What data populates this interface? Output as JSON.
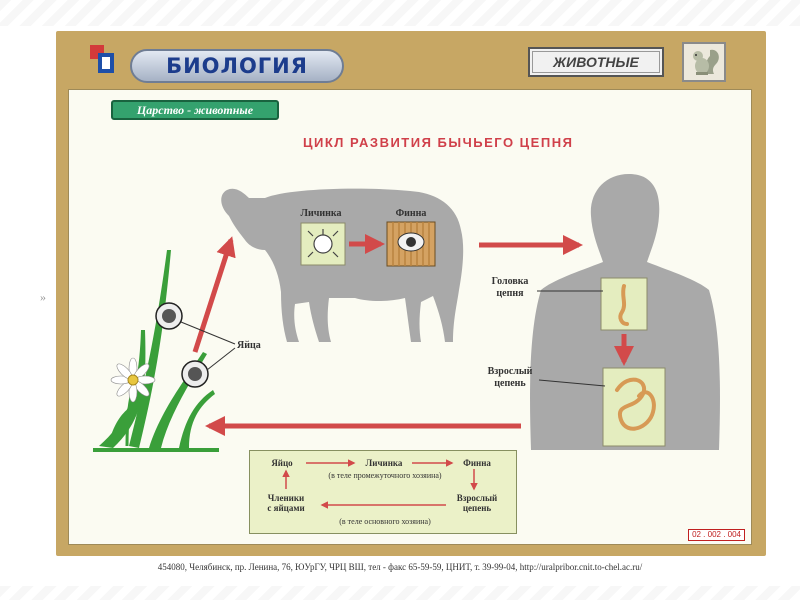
{
  "header": {
    "brand": "БИОЛОГИЯ",
    "section": "ЖИВОТНЫЕ",
    "section_icon": "squirrel-icon",
    "logo_icon": "logo-mark-icon"
  },
  "panel": {
    "kingdom_label": "Царство - животные",
    "title": "ЦИКЛ РАЗВИТИЯ БЫЧЬЕГО ЦЕПНЯ"
  },
  "diagram": {
    "larva": "Личинка",
    "finna": "Финна",
    "head_line1": "Головка",
    "head_line2": "цепня",
    "adult_line1": "Взрослый",
    "adult_line2": "цепень",
    "eggs": "Яйца"
  },
  "legend": {
    "egg": "Яйцо",
    "larva": "Личинка",
    "finna": "Финна",
    "intermediate_host": "(в теле промежуточного хозяина)",
    "segments_line1": "Членики",
    "segments_line2": "с яйцами",
    "adult_line1": "Взрослый",
    "adult_line2": "цепень",
    "main_host": "(в теле основного хозяина)"
  },
  "colors": {
    "board": "#c7a764",
    "panel": "#fbfbf2",
    "title": "#d0404a",
    "arrow": "#d24a4a",
    "silhouette": "#a9a9a9",
    "kingdom": "#34a26e",
    "legend": "#ebf1c8"
  },
  "corner_code": "02 . 002 . 004",
  "footer": "454080, Челябинск, пр. Ленина, 76, ЮУрГУ, ЧРЦ ВШ, тел - факс 65-59-59, ЦНИТ, т. 39-99-04, http://uralpribor.cnit.to-chel.ac.ru/"
}
